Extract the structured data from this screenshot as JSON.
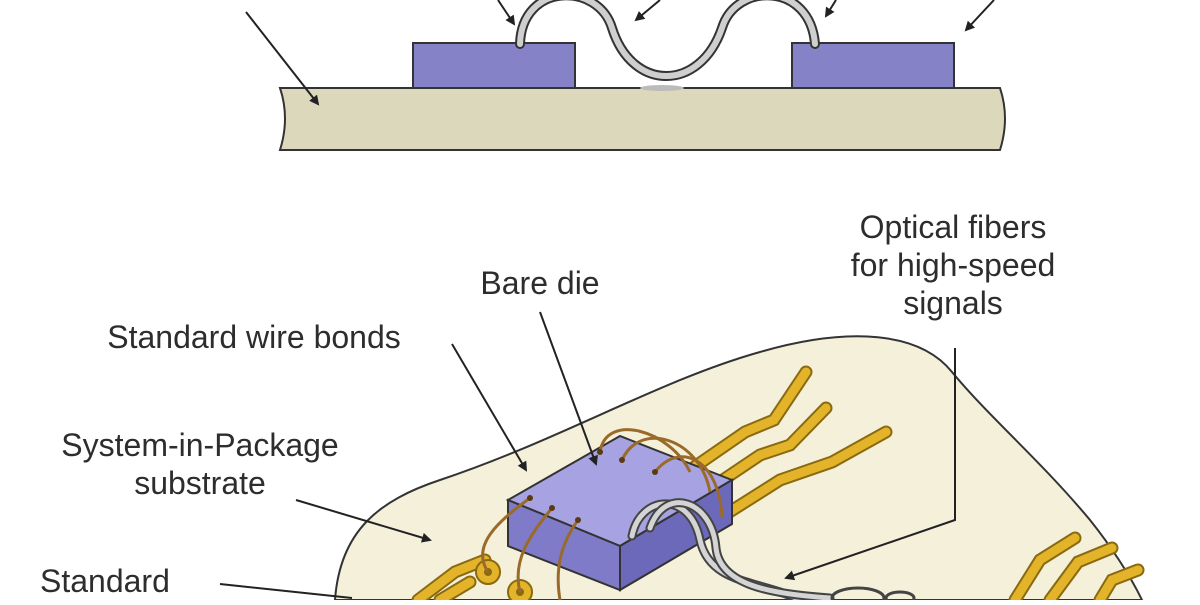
{
  "labels": {
    "optical_fibers": [
      "Optical fibers",
      "for high-speed",
      "signals"
    ],
    "bare_die": "Bare die",
    "wire_bonds": "Standard wire bonds",
    "sip_substrate": [
      "System-in-Package",
      "substrate"
    ],
    "standard": "Standard"
  },
  "colors": {
    "substrate_fill": "#dcd8bc",
    "board_fill": "#f4f0da",
    "die_top": "#9e9ade",
    "die_front": "#7a76c6",
    "die_side": "#6a66b8",
    "trace_gold": "#d4a21a",
    "fiber_gray": "#b4b4b4",
    "wire_brown": "#9a6a2a",
    "outline": "#333333"
  }
}
